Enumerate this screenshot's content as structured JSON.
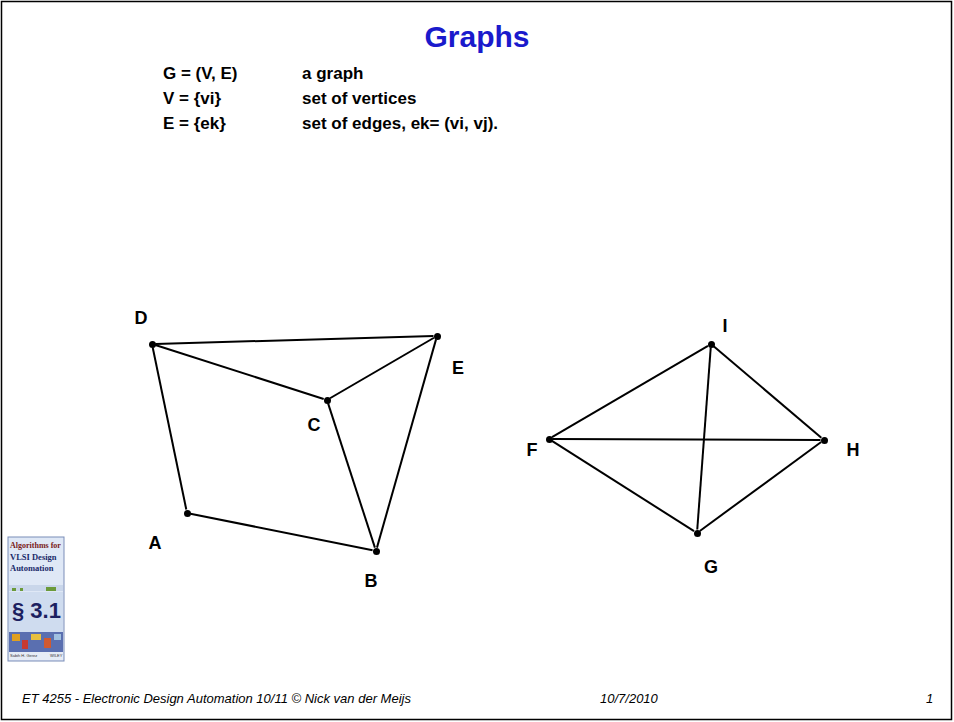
{
  "diagram": {
    "title": "Graphs",
    "nodes": [
      {
        "text": [
          "D"
        ]
      },
      {
        "text": [
          "E"
        ]
      },
      {
        "text": [
          "C"
        ]
      },
      {
        "text": [
          "A"
        ]
      },
      {
        "text": [
          "B"
        ]
      },
      {
        "text": [
          "I"
        ]
      },
      {
        "text": [
          "F"
        ]
      },
      {
        "text": [
          "H"
        ]
      },
      {
        "text": [
          "G"
        ]
      }
    ],
    "edges": [
      {
        "from": 0,
        "to": 1,
        "arrow": "none"
      },
      {
        "from": 0,
        "to": 2,
        "arrow": "none"
      },
      {
        "from": 2,
        "to": 1,
        "arrow": "none"
      },
      {
        "from": 2,
        "to": 4,
        "arrow": "none"
      },
      {
        "from": 1,
        "to": 4,
        "arrow": "none"
      },
      {
        "from": 0,
        "to": 3,
        "arrow": "none"
      },
      {
        "from": 3,
        "to": 4,
        "arrow": "none"
      },
      {
        "from": 5,
        "to": 6,
        "arrow": "none"
      },
      {
        "from": 5,
        "to": 7,
        "arrow": "none"
      },
      {
        "from": 6,
        "to": 7,
        "arrow": "none"
      },
      {
        "from": 6,
        "to": 8,
        "arrow": "none"
      },
      {
        "from": 8,
        "to": 7,
        "arrow": "none"
      },
      {
        "from": 5,
        "to": 8,
        "arrow": "none"
      }
    ],
    "labels": [
      "G = (V, E)",
      "a graph",
      "V = {vi}",
      "set of vertices",
      "E = {ek}",
      "set of edges, ek= (vi, vj).",
      "Algorithms for",
      "VLSI Design",
      "Automation",
      "Sabih H. Gerez",
      "WILEY",
      "§ 3.1",
      "ET 4255 - Electronic Design Automation 10/11 © Nick van der Meijs",
      "10/7/2010",
      "1"
    ]
  }
}
